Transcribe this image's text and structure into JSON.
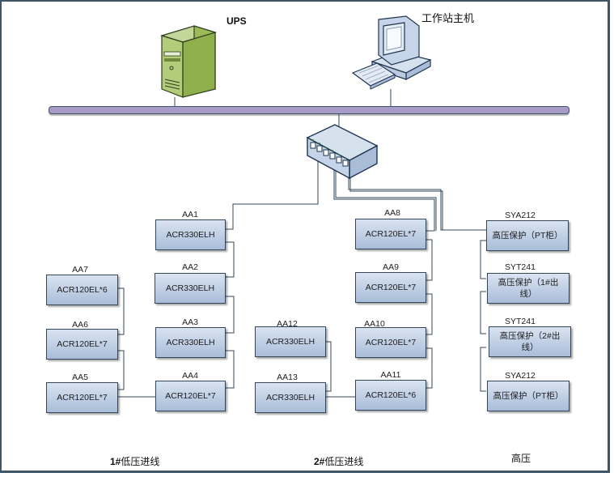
{
  "devices": {
    "ups": {
      "label": "UPS",
      "icon": "server-tower-icon",
      "color": "#9bbb59"
    },
    "workstation": {
      "label": "工作站主机",
      "icon": "desktop-computer-icon"
    },
    "switch": {
      "icon": "network-switch-icon"
    },
    "bus": {
      "icon": "network-bus",
      "color": "#a79bc9"
    }
  },
  "meters": [
    {
      "id": "AA1",
      "model": "ACR330ELH"
    },
    {
      "id": "AA2",
      "model": "ACR330ELH"
    },
    {
      "id": "AA3",
      "model": "ACR330ELH"
    },
    {
      "id": "AA4",
      "model": "ACR120EL*7"
    },
    {
      "id": "AA5",
      "model": "ACR120EL*7"
    },
    {
      "id": "AA6",
      "model": "ACR120EL*7"
    },
    {
      "id": "AA7",
      "model": "ACR120EL*6"
    },
    {
      "id": "AA8",
      "model": "ACR120EL*7"
    },
    {
      "id": "AA9",
      "model": "ACR120EL*7"
    },
    {
      "id": "AA10",
      "model": "ACR120EL*7"
    },
    {
      "id": "AA11",
      "model": "ACR120EL*6"
    },
    {
      "id": "AA12",
      "model": "ACR330ELH"
    },
    {
      "id": "AA13",
      "model": "ACR330ELH"
    }
  ],
  "protections": [
    {
      "id": "SYA212",
      "label": "高压保护（PT柜）"
    },
    {
      "id": "SYT241",
      "label": "高压保护（1#出线）"
    },
    {
      "id": "SYT241",
      "label": "高压保护（2#出线）"
    },
    {
      "id": "SYA212",
      "label": "高压保护（PT柜）"
    }
  ],
  "captions": {
    "group1": "1#低压进线",
    "group2": "2#低压进线",
    "group3": "高压"
  },
  "colors": {
    "box_fill_top": "#d9e3f1",
    "box_fill_bottom": "#a9bdd9",
    "line": "#33475a",
    "frame": "#3e5566"
  }
}
